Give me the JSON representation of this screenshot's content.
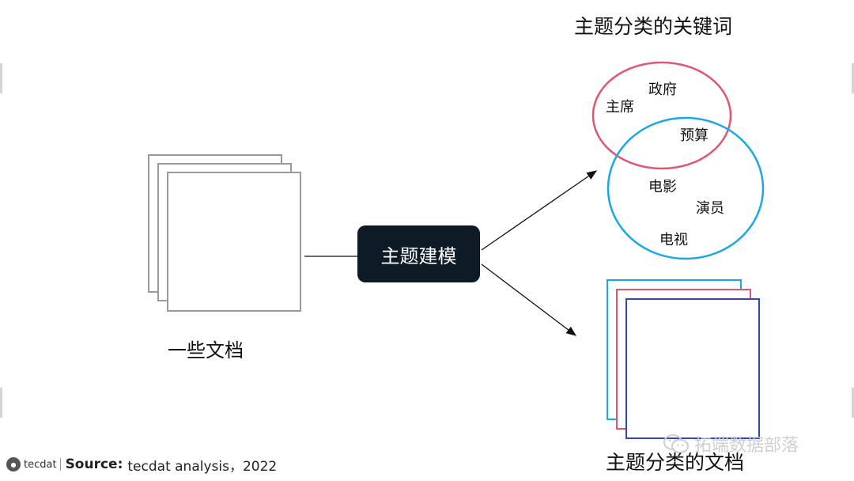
{
  "diagram": {
    "input_label": "一些文档",
    "process_label": "主题建模",
    "topics_title": "主题分类的关键词",
    "topic_keywords_red": [
      "政府",
      "主席",
      "预算"
    ],
    "topic_keywords_blue": [
      "电影",
      "演员",
      "电视"
    ],
    "output_label": "主题分类的文档",
    "colors": {
      "red_topic": "#e0566e",
      "blue_topic": "#1aa7e8",
      "dark_blue_doc": "#3346c2",
      "process_box": "#0e1b27"
    }
  },
  "footer": {
    "logo_text": "tecdat",
    "source_label": "Source:",
    "source_text": "tecdat analysis，2022"
  },
  "watermark": {
    "icon": "wechat-icon",
    "text": "拓端数据部落"
  }
}
